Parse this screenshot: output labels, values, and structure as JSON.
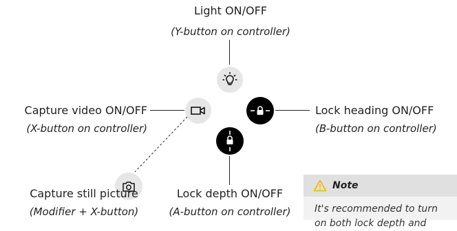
{
  "controls": {
    "light": {
      "label": "Light ON/OFF",
      "hint": "(Y-button on controller)"
    },
    "video": {
      "label": "Capture video ON/OFF",
      "hint": "(X-button on controller)"
    },
    "heading": {
      "label": "Lock heading ON/OFF",
      "hint": "(B-button on controller)"
    },
    "still": {
      "label": "Capture still picture",
      "hint": "(Modifier + X-button)"
    },
    "depth": {
      "label": "Lock depth ON/OFF",
      "hint": "(A-button on controller)"
    }
  },
  "note": {
    "title": "Note",
    "line1": "It's recommended to turn",
    "line2": "on both lock depth and"
  },
  "icons": {
    "light": "lightbulb-icon",
    "video": "video-camera-icon",
    "heading": "lock-heading-icon",
    "depth": "lock-depth-icon",
    "still": "camera-icon",
    "note": "warning-icon"
  },
  "colors": {
    "active": "#000000",
    "inactive": "#e6e6e6",
    "note_header": "#e0e0e0",
    "note_body": "#f2f2f2",
    "warning": "#f2b400"
  }
}
